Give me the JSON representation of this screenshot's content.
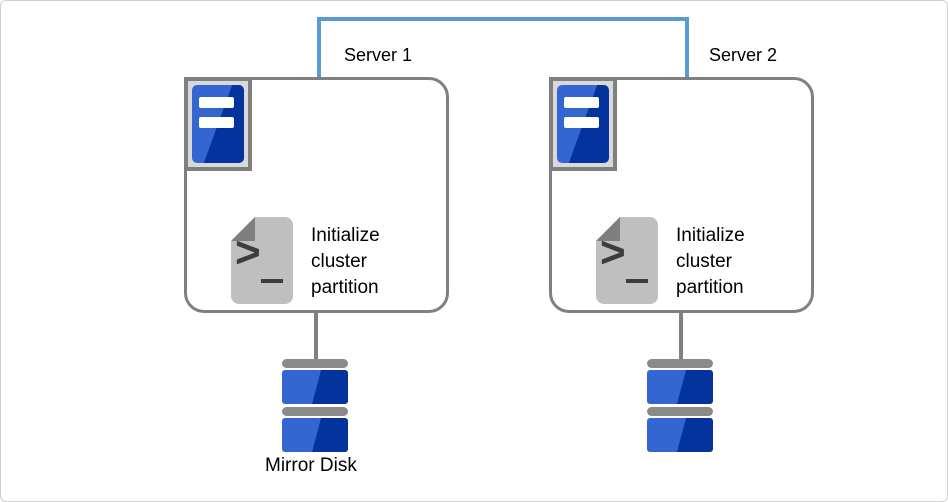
{
  "colors": {
    "connector_blue": "#5b9bd5",
    "outline_gray": "#808080",
    "server_blue_light": "#3466d2",
    "server_blue_dark": "#05339e",
    "icon_frame_fill": "#d9d9d9",
    "document_gray": "#bfbfbf",
    "fold_gray": "#7f7f7f",
    "glyph_charcoal": "#3d3d3d",
    "disk_bar_gray": "#8a8a8a",
    "canvas_border": "#d0d0d0"
  },
  "servers": [
    {
      "label": "Server 1",
      "task": "Initialize cluster partition",
      "prompt_glyph": ">"
    },
    {
      "label": "Server 2",
      "task": "Initialize cluster partition",
      "prompt_glyph": ">"
    }
  ],
  "disks": [
    {
      "label": "Mirror Disk"
    },
    {
      "label": ""
    }
  ]
}
